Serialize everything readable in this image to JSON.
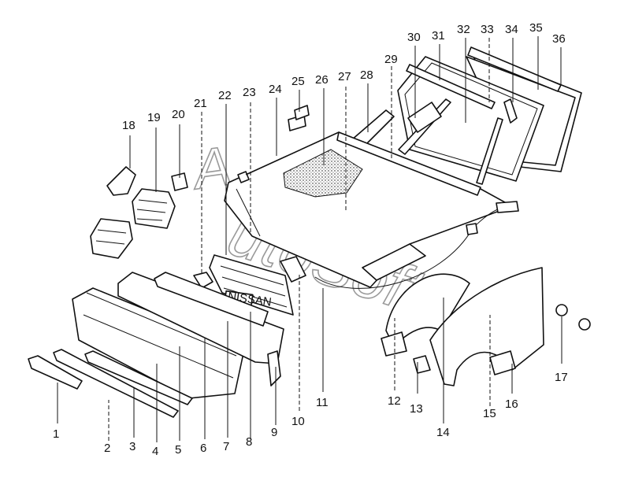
{
  "watermark": "AutoSoft",
  "callouts": [
    {
      "id": "1",
      "label": "1"
    },
    {
      "id": "2",
      "label": "2"
    },
    {
      "id": "3",
      "label": "3"
    },
    {
      "id": "4",
      "label": "4"
    },
    {
      "id": "5",
      "label": "5"
    },
    {
      "id": "6",
      "label": "6"
    },
    {
      "id": "7",
      "label": "7"
    },
    {
      "id": "8",
      "label": "8"
    },
    {
      "id": "9",
      "label": "9"
    },
    {
      "id": "10",
      "label": "10"
    },
    {
      "id": "11",
      "label": "11"
    },
    {
      "id": "12",
      "label": "12"
    },
    {
      "id": "13",
      "label": "13"
    },
    {
      "id": "14",
      "label": "14"
    },
    {
      "id": "15",
      "label": "15"
    },
    {
      "id": "16",
      "label": "16"
    },
    {
      "id": "17",
      "label": "17"
    },
    {
      "id": "18",
      "label": "18"
    },
    {
      "id": "19",
      "label": "19"
    },
    {
      "id": "20",
      "label": "20"
    },
    {
      "id": "21",
      "label": "21"
    },
    {
      "id": "22",
      "label": "22"
    },
    {
      "id": "23",
      "label": "23"
    },
    {
      "id": "24",
      "label": "24"
    },
    {
      "id": "25",
      "label": "25"
    },
    {
      "id": "26",
      "label": "26"
    },
    {
      "id": "27",
      "label": "27"
    },
    {
      "id": "28",
      "label": "28"
    },
    {
      "id": "29",
      "label": "29"
    },
    {
      "id": "30",
      "label": "30"
    },
    {
      "id": "31",
      "label": "31"
    },
    {
      "id": "32",
      "label": "32"
    },
    {
      "id": "33",
      "label": "33"
    },
    {
      "id": "34",
      "label": "34"
    },
    {
      "id": "35",
      "label": "35"
    },
    {
      "id": "36",
      "label": "36"
    }
  ],
  "badge_text": "NISSAN"
}
